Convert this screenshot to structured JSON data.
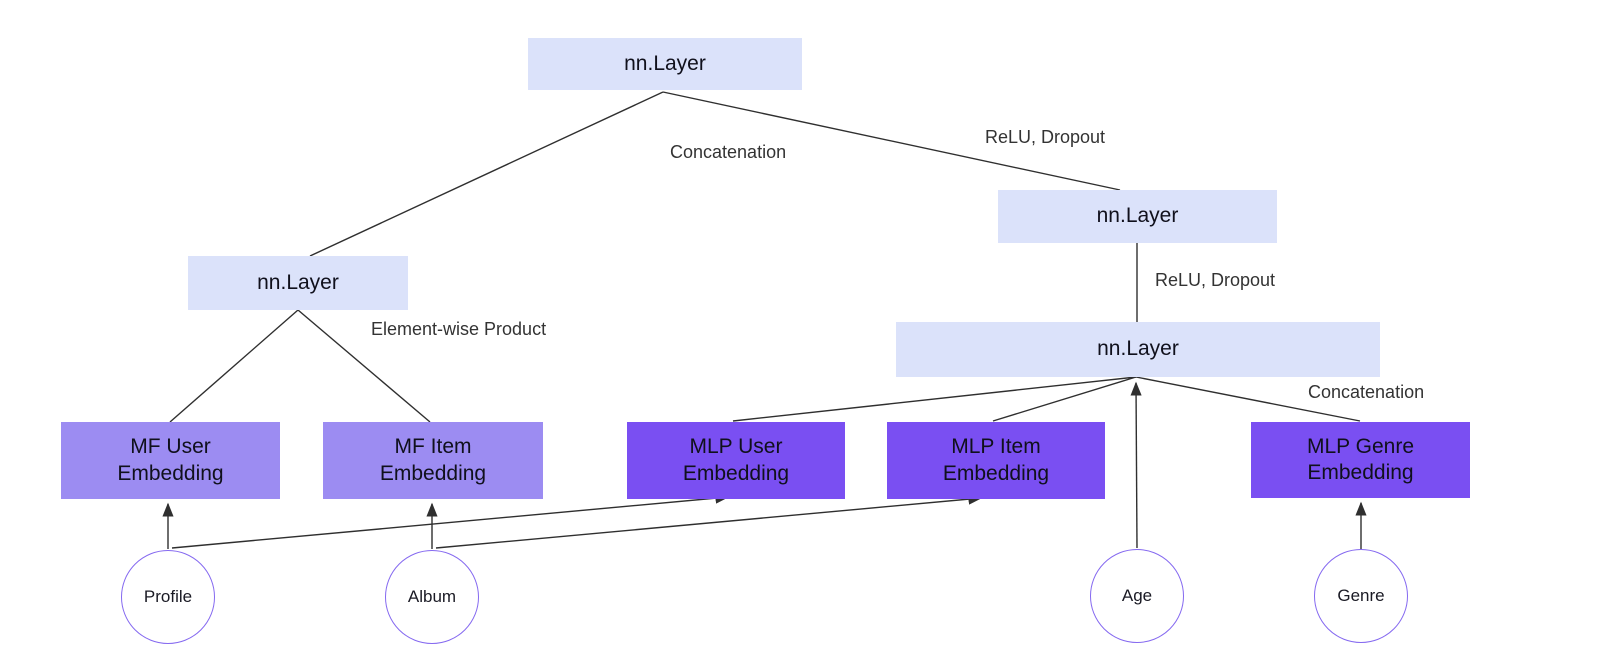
{
  "diagram": {
    "colors": {
      "layer_box_bg": "#dbe2fa",
      "mf_box_bg": "#9c8cf2",
      "mlp_box_bg": "#7a4ff2",
      "box_text": "#10101c",
      "edge_line": "#2f2f2f",
      "edge_label_text": "#333333",
      "circle_stroke": "#8569f0",
      "circle_fill": "#ffffff",
      "circle_text": "#1a1a24",
      "background": "#ffffff"
    },
    "nodes": {
      "top_layer": {
        "label": "nn.Layer"
      },
      "gmf_layer": {
        "label": "nn.Layer"
      },
      "mlp_upper_layer": {
        "label": "nn.Layer"
      },
      "mlp_lower_layer": {
        "label": "nn.Layer"
      },
      "mf_user_embedding": {
        "label": "MF User\nEmbedding"
      },
      "mf_item_embedding": {
        "label": "MF Item\nEmbedding"
      },
      "mlp_user_embedding": {
        "label": "MLP User\nEmbedding"
      },
      "mlp_item_embedding": {
        "label": "MLP Item\nEmbedding"
      },
      "mlp_genre_embedding": {
        "label": "MLP Genre\nEmbedding"
      }
    },
    "inputs": {
      "profile": {
        "label": "Profile"
      },
      "album": {
        "label": "Album"
      },
      "age": {
        "label": "Age"
      },
      "genre": {
        "label": "Genre"
      }
    },
    "edge_labels": {
      "concatenation_top": "Concatenation",
      "relu_dropout_top": "ReLU, Dropout",
      "element_wise_product": "Element-wise Product",
      "relu_dropout_mid": "ReLU, Dropout",
      "concatenation_bottom": "Concatenation"
    }
  }
}
